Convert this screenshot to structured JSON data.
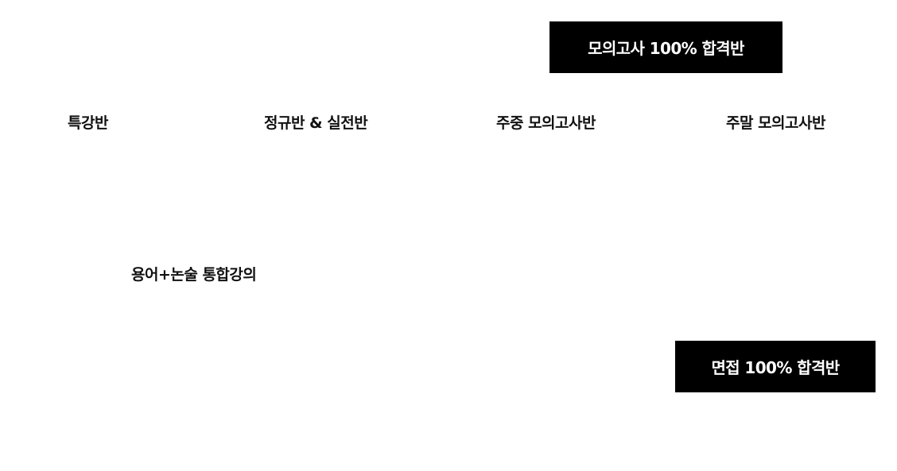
{
  "promo": {
    "mock_exam_badge": "모의고사 100% 합격반",
    "interview_badge": "면접 100% 합격반"
  },
  "courses": {
    "special": "특강반",
    "regular_practical": "정규반 & 실전반",
    "weekday_mock": "주중 모의고사반",
    "weekend_mock": "주말 모의고사반",
    "integrated": "용어+논술 통합강의"
  },
  "colors": {
    "badge_background": "#000000",
    "badge_text": "#ffffff",
    "text": "#111111",
    "background": "#ffffff"
  }
}
